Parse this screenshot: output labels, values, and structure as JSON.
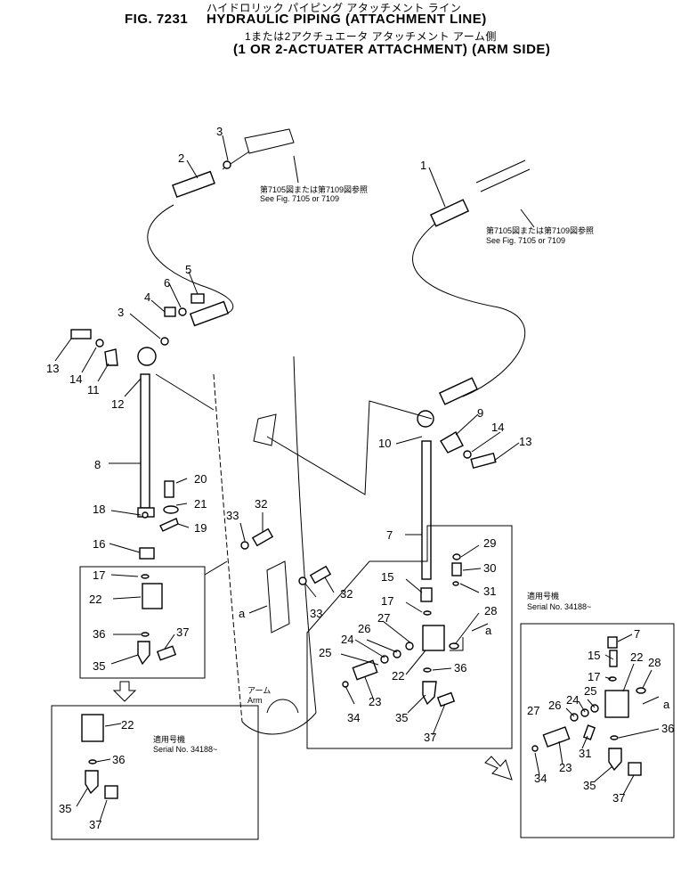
{
  "header": {
    "jp_line1": "ハイドロリック パイピング アタッチメント ライン",
    "fig_label": "FIG. 7231",
    "title": "HYDRAULIC PIPING (ATTACHMENT LINE)",
    "jp_line2": "1または2アクチュエータ アタッチメント アーム側",
    "subtitle": "(1 OR 2-ACTUATER ATTACHMENT) (ARM SIDE)"
  },
  "notes": {
    "ref_jp": "第7105図または第7109図参照",
    "ref_en": "See Fig. 7105 or 7109",
    "serial_jp": "適用号機",
    "serial_en": "Serial No. 34188~",
    "arm_jp": "アーム",
    "arm_en": "Arm",
    "view_a": "a"
  },
  "callouts": [
    "1",
    "2",
    "3",
    "4",
    "5",
    "6",
    "7",
    "8",
    "9",
    "10",
    "11",
    "12",
    "13",
    "14",
    "15",
    "16",
    "17",
    "18",
    "19",
    "20",
    "21",
    "22",
    "23",
    "24",
    "25",
    "26",
    "27",
    "28",
    "29",
    "30",
    "31",
    "32",
    "33",
    "34",
    "35",
    "36",
    "37"
  ]
}
